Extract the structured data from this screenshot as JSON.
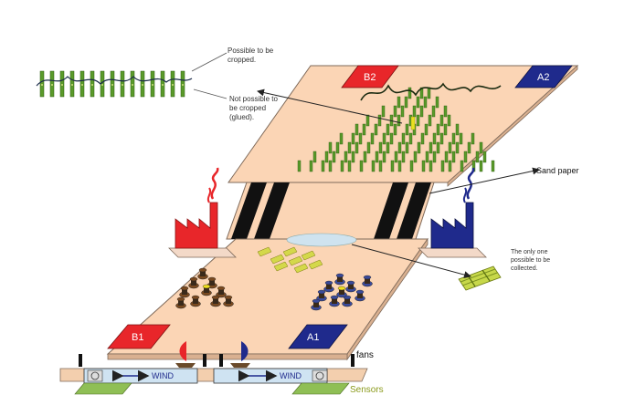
{
  "annotations": {
    "croppable_line1": "Possible to be",
    "croppable_line2": "cropped.",
    "glued_line1": "Not possible to",
    "glued_line2": "be cropped",
    "glued_line3": "(glued).",
    "sand_paper": "Sand paper",
    "collectable_line1": "The only one",
    "collectable_line2": "possible to be",
    "collectable_line3": "collected.",
    "fans": "fans",
    "sensors": "Sensors"
  },
  "bases": {
    "b2": "B2",
    "a2": "A2",
    "b1": "B1",
    "a1": "A1"
  },
  "wind": {
    "left": "WIND",
    "right": "WIND"
  },
  "colors": {
    "board": "#fbd5b5",
    "board_edge": "#7f6a5a",
    "team_red": "#e8262a",
    "team_blue": "#1f2a8c",
    "plants": "#5a9a2a",
    "sensor_pad": "#8fbf55",
    "sensors_label": "#8a9a1a",
    "wind_box": "#cfe3f2"
  },
  "icons": [
    "red-factory-icon",
    "blue-factory-icon",
    "sailboat-icon",
    "fan-icon",
    "sensor-icon",
    "person-token-icon",
    "plant-icon",
    "hay-bundle-icon"
  ]
}
